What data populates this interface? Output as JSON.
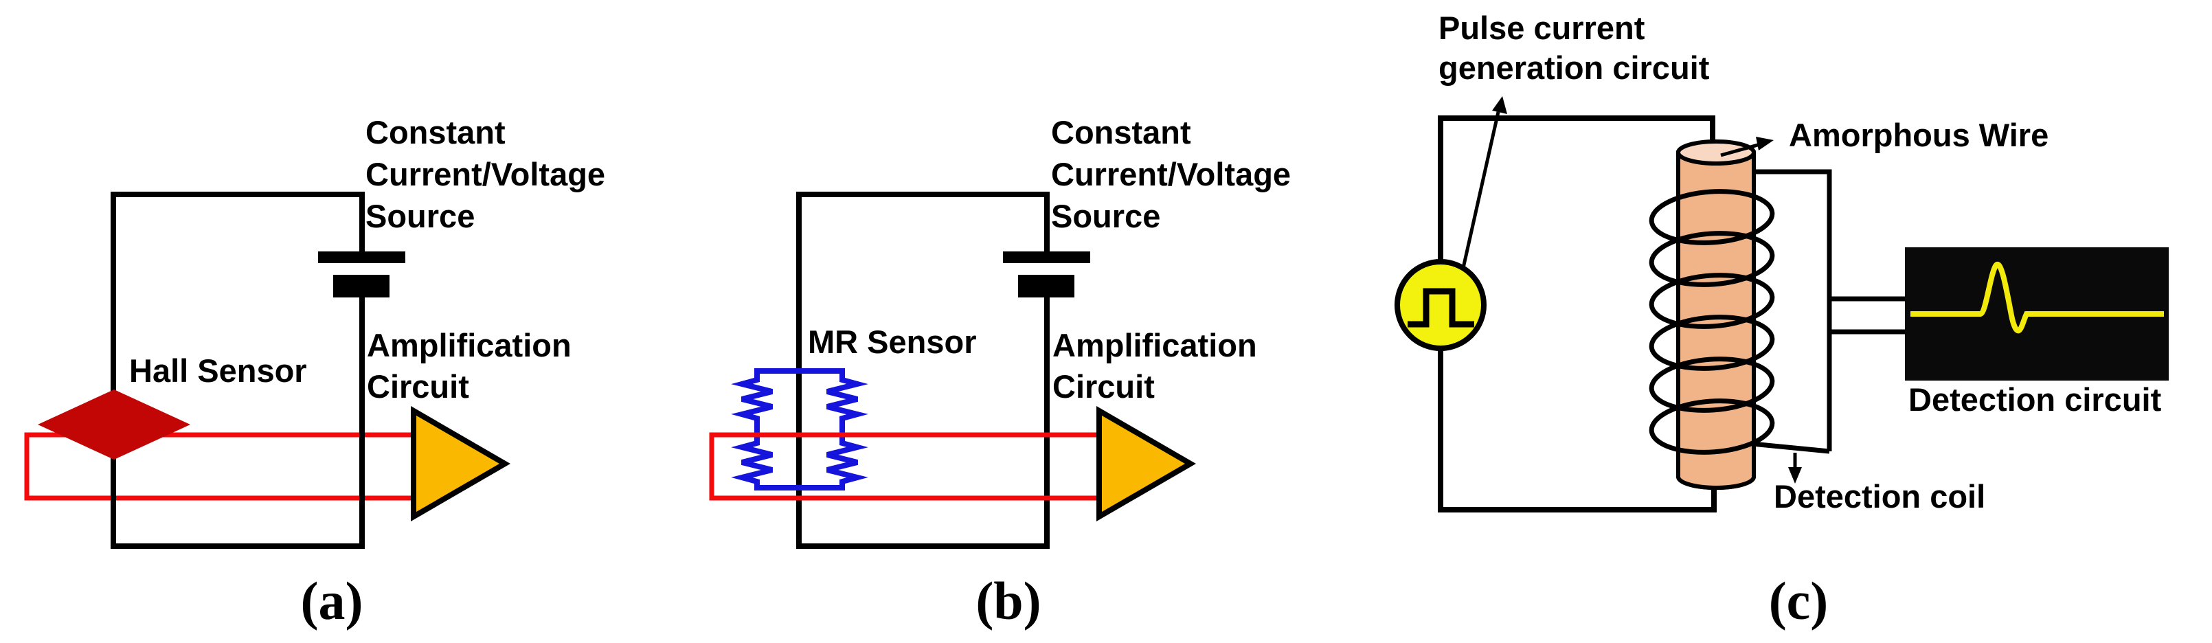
{
  "figure": {
    "panel_a": {
      "caption": "(a)",
      "source_label": "Constant\nCurrent/Voltage\nSource",
      "sensor_label": "Hall Sensor",
      "amplifier_label": "Amplification\nCircuit"
    },
    "panel_b": {
      "caption": "(b)",
      "source_label": "Constant\nCurrent/Voltage\nSource",
      "sensor_label": "MR Sensor",
      "amplifier_label": "Amplification\nCircuit"
    },
    "panel_c": {
      "caption": "(c)",
      "pulse_label": "Pulse current\ngeneration circuit",
      "wire_label": "Amorphous Wire",
      "detection_circuit_label": "Detection circuit",
      "detection_coil_label": "Detection coil"
    }
  },
  "colors": {
    "line_black": "#000000",
    "wire_red": "#F40A0A",
    "hall_red": "#C20606",
    "amp_amber": "#FBB800",
    "pulse_yellow": "#F2F20E",
    "cylinder_tan": "#F1B488",
    "cylinder_tan_light": "#F8D8C2",
    "mr_blue": "#1414DC",
    "scope_bg": "#0A0A0A",
    "scope_trace": "#F2EA0A"
  }
}
